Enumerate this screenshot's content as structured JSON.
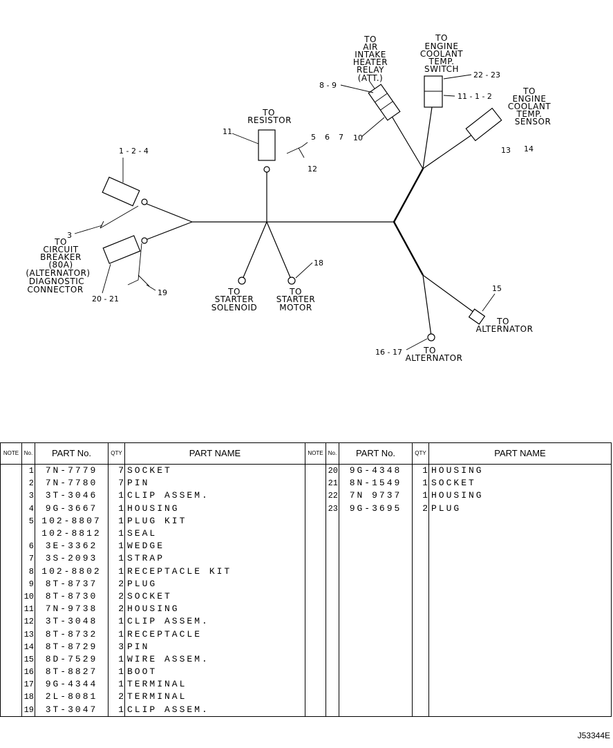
{
  "diagram": {
    "labels": {
      "air_intake": [
        "TO",
        "AIR",
        "INTAKE",
        "HEATER",
        "RELAY",
        "(ATT.)"
      ],
      "coolant_switch": [
        "TO",
        "ENGINE",
        "COOLANT",
        "TEMP.",
        "SWITCH"
      ],
      "coolant_sensor": [
        "TO",
        "ENGINE",
        "COOLANT",
        "TEMP.",
        "SENSOR"
      ],
      "resistor": [
        "TO",
        "RESISTOR"
      ],
      "circuit_breaker": [
        "TO",
        "CIRCUIT",
        "BREAKER",
        "(80A)",
        "(ALTERNATOR)",
        "DIAGNOSTIC",
        "CONNECTOR"
      ],
      "starter_solenoid": [
        "TO",
        "STARTER",
        "SOLENOID"
      ],
      "starter_motor": [
        "TO",
        "STARTER",
        "MOTOR"
      ],
      "alternator_right": [
        "TO",
        "ALTERNATOR"
      ],
      "alternator_bottom": [
        "TO",
        "ALTERNATOR"
      ]
    },
    "callouts": {
      "c_8_9": "8 - 9",
      "c_10": "10",
      "c_22_23": "22 - 23",
      "c_11_1_2": "11 - 1 - 2",
      "c_13": "13",
      "c_14": "14",
      "c_11": "11",
      "c_5": "5",
      "c_6": "6",
      "c_7": "7",
      "c_12": "12",
      "c_1_2_4": "1 - 2 - 4",
      "c_3": "3",
      "c_20_21": "20 - 21",
      "c_19": "19",
      "c_18": "18",
      "c_15": "15",
      "c_16_17": "16 - 17"
    }
  },
  "table": {
    "headers": {
      "note": "NOTE",
      "no": "No.",
      "part_no": "PART No.",
      "qty": "QTY",
      "part_name": "PART NAME"
    },
    "left_rows": [
      {
        "no": "1",
        "part_no": "7N-7779",
        "qty": "7",
        "name": "SOCKET"
      },
      {
        "no": "2",
        "part_no": "7N-7780",
        "qty": "7",
        "name": "PIN"
      },
      {
        "no": "3",
        "part_no": "3T-3046",
        "qty": "1",
        "name": "CLIP ASSEM."
      },
      {
        "no": "4",
        "part_no": "9G-3667",
        "qty": "1",
        "name": "HOUSING"
      },
      {
        "no": "5",
        "part_no": "102-8807",
        "qty": "1",
        "name": "PLUG KIT"
      },
      {
        "no": "",
        "part_no": "102-8812",
        "qty": "1",
        "name": "SEAL"
      },
      {
        "no": "6",
        "part_no": "3E-3362",
        "qty": "1",
        "name": "WEDGE"
      },
      {
        "no": "7",
        "part_no": "3S-2093",
        "qty": "1",
        "name": "STRAP"
      },
      {
        "no": "8",
        "part_no": "102-8802",
        "qty": "1",
        "name": "RECEPTACLE KIT"
      },
      {
        "no": "9",
        "part_no": "8T-8737",
        "qty": "2",
        "name": "PLUG"
      },
      {
        "no": "10",
        "part_no": "8T-8730",
        "qty": "2",
        "name": "SOCKET"
      },
      {
        "no": "11",
        "part_no": "7N-9738",
        "qty": "2",
        "name": "HOUSING"
      },
      {
        "no": "12",
        "part_no": "3T-3048",
        "qty": "1",
        "name": "CLIP ASSEM."
      },
      {
        "no": "13",
        "part_no": "8T-8732",
        "qty": "1",
        "name": "RECEPTACLE"
      },
      {
        "no": "14",
        "part_no": "8T-8729",
        "qty": "3",
        "name": "PIN"
      },
      {
        "no": "15",
        "part_no": "8D-7529",
        "qty": "1",
        "name": "WIRE ASSEM."
      },
      {
        "no": "16",
        "part_no": "8T-8827",
        "qty": "1",
        "name": "BOOT"
      },
      {
        "no": "17",
        "part_no": "9G-4344",
        "qty": "1",
        "name": "TERMINAL"
      },
      {
        "no": "18",
        "part_no": "2L-8081",
        "qty": "2",
        "name": "TERMINAL"
      },
      {
        "no": "19",
        "part_no": "3T-3047",
        "qty": "1",
        "name": "CLIP ASSEM."
      }
    ],
    "right_rows": [
      {
        "no": "20",
        "part_no": "9G-4348",
        "qty": "1",
        "name": "HOUSING"
      },
      {
        "no": "21",
        "part_no": "8N-1549",
        "qty": "1",
        "name": "SOCKET"
      },
      {
        "no": "22",
        "part_no": "7N 9737",
        "qty": "1",
        "name": "HOUSING"
      },
      {
        "no": "23",
        "part_no": "9G-3695",
        "qty": "2",
        "name": "PLUG"
      }
    ]
  },
  "footer": {
    "code": "J53344E"
  }
}
